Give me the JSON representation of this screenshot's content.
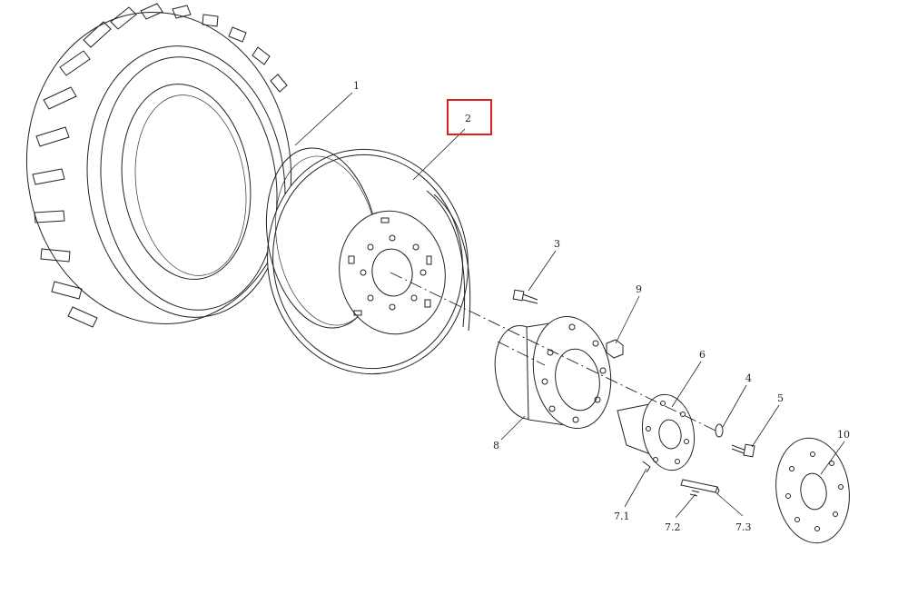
{
  "diagram": {
    "highlight_color": "#e02020",
    "callouts": {
      "c1": "1",
      "c2": "2",
      "c3": "3",
      "c4": "4",
      "c5": "5",
      "c6": "6",
      "c7_1": "7.1",
      "c7_2": "7.2",
      "c7_3": "7.3",
      "c8": "8",
      "c9": "9",
      "c10": "10"
    }
  }
}
